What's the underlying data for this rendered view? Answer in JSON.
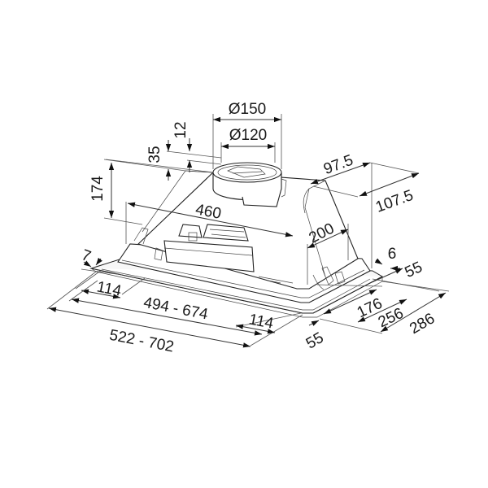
{
  "drawing": {
    "subject": "range hood insert dimensional drawing",
    "units": "mm",
    "colors": {
      "line": "#222222",
      "text": "#1a1a1a",
      "background": "#ffffff"
    }
  },
  "dimensions": {
    "outlet_outer_diameter": "Ø150",
    "outlet_inner_diameter": "Ø120",
    "outlet_collar_height": "12",
    "outlet_offset_height": "35",
    "body_height": "174",
    "top_depth_front": "97.5",
    "top_depth_back": "107.5",
    "top_width": "460",
    "side_depth": "200",
    "rim_thickness_right": "6",
    "rim_thickness_left": "7",
    "back_offset": "55",
    "front_offset": "55",
    "inner_depth": "176",
    "mid_depth": "256",
    "total_depth": "286",
    "left_inset": "114",
    "right_inset": "114",
    "cutout_width": "494 - 674",
    "total_width": "522 - 702"
  }
}
